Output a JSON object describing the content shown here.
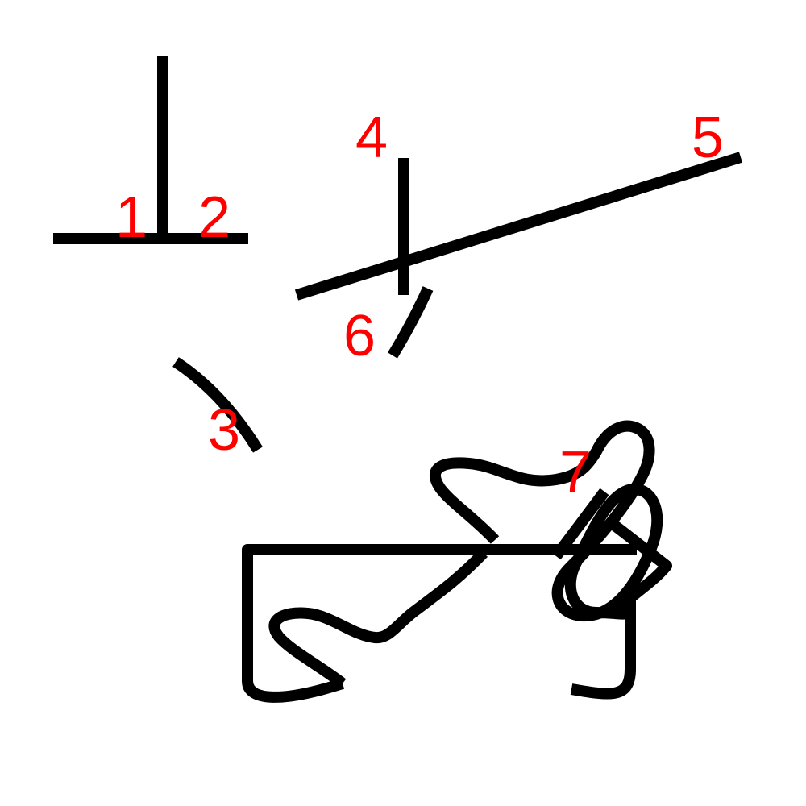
{
  "colors": {
    "stroke": "#000000",
    "label": "#ff0000",
    "background": "#ffffff"
  },
  "labels": {
    "l1": "1",
    "l2": "2",
    "l3": "3",
    "l4": "4",
    "l5": "5",
    "l6": "6",
    "l7": "7"
  }
}
